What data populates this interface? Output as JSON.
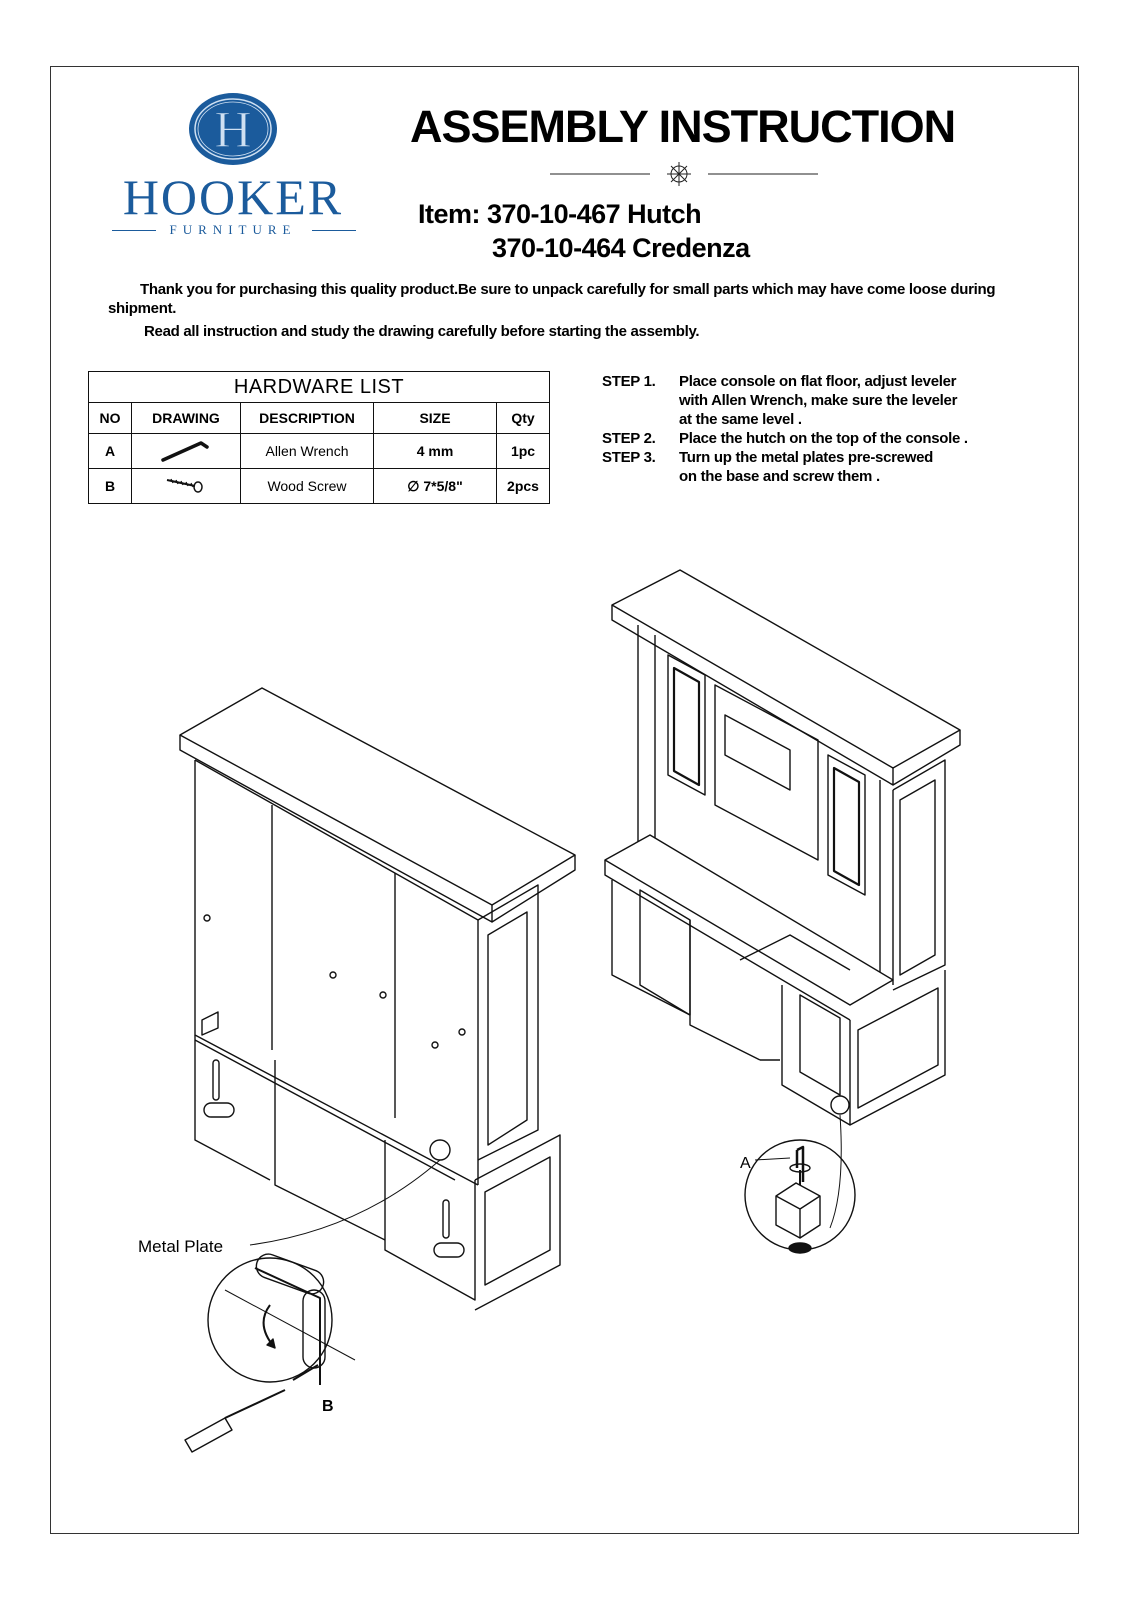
{
  "brand": {
    "name": "HOOKER",
    "sub": "FURNITURE",
    "monogram": "H",
    "color": "#1b5b9c"
  },
  "title": "ASSEMBLY INSTRUCTION",
  "items": {
    "line1": "Item:  370-10-467 Hutch",
    "line2": "370-10-464 Credenza"
  },
  "intro": {
    "p1": "Thank you for purchasing this quality product.Be sure to unpack carefully for small parts which may have come loose during shipment.",
    "p2": "Read all instruction and study the drawing carefully before starting the assembly."
  },
  "hardware": {
    "caption": "HARDWARE  LIST",
    "headers": {
      "no": "NO",
      "drawing": "DRAWING",
      "description": "DESCRIPTION",
      "size": "SIZE",
      "qty": "Qty"
    },
    "rows": [
      {
        "no": "A",
        "drawing_icon": "allen-wrench-icon",
        "description": "Allen Wrench",
        "size": "4 mm",
        "qty": "1pc"
      },
      {
        "no": "B",
        "drawing_icon": "wood-screw-icon",
        "description": "Wood Screw",
        "size": "∅ 7*5/8\"",
        "qty": "2pcs"
      }
    ]
  },
  "steps": [
    {
      "label": "STEP 1.",
      "lines": [
        "Place console on flat floor, adjust  leveler",
        "with Allen Wrench, make sure  the leveler",
        "at the same level ."
      ]
    },
    {
      "label": "STEP 2.",
      "lines": [
        "Place the hutch on the top of the console ."
      ]
    },
    {
      "label": "STEP 3.",
      "lines": [
        "Turn up the metal plates pre-screwed",
        "on the base and screw them ."
      ]
    }
  ],
  "callouts": {
    "metal_plate": "Metal Plate",
    "b": "B",
    "a": "A"
  }
}
